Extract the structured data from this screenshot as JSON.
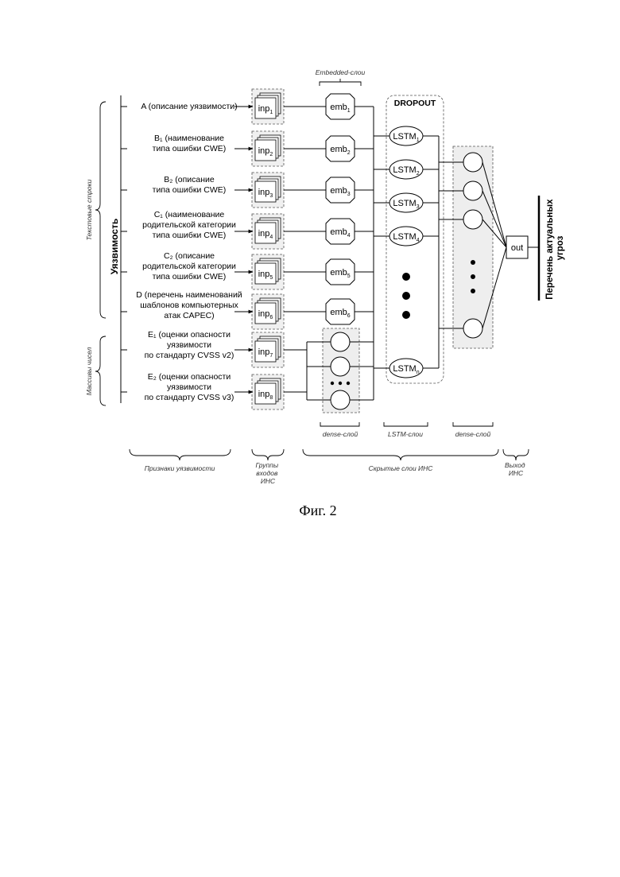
{
  "features": [
    {
      "lines": [
        "A (описание уязвимости)"
      ]
    },
    {
      "lines": [
        "B₁ (наименование",
        "типа ошибки CWE)"
      ]
    },
    {
      "lines": [
        "B₂ (описание",
        "типа ошибки CWE)"
      ]
    },
    {
      "lines": [
        "C₁ (наименование",
        "родительской категории",
        "типа ошибки CWE)"
      ]
    },
    {
      "lines": [
        "C₂ (описание",
        "родительской категории",
        "типа ошибки CWE)"
      ]
    },
    {
      "lines": [
        "D (перечень наименований",
        "шаблонов компьютерных",
        "атак CAPEC)"
      ]
    },
    {
      "lines": [
        "E₁ (оценки опасности",
        "уязвимости",
        "по стандарту CVSS v2)"
      ]
    },
    {
      "lines": [
        "E₂ (оценки опасности",
        "уязвимости",
        "по стандарту CVSS v3)"
      ]
    }
  ],
  "inputs": [
    {
      "base": "inp",
      "sub": "1"
    },
    {
      "base": "inp",
      "sub": "2"
    },
    {
      "base": "inp",
      "sub": "3"
    },
    {
      "base": "inp",
      "sub": "4"
    },
    {
      "base": "inp",
      "sub": "5"
    },
    {
      "base": "inp",
      "sub": "6"
    },
    {
      "base": "inp",
      "sub": "7"
    },
    {
      "base": "inp",
      "sub": "8"
    }
  ],
  "embeddings": [
    {
      "base": "emb",
      "sub": "1"
    },
    {
      "base": "emb",
      "sub": "2"
    },
    {
      "base": "emb",
      "sub": "3"
    },
    {
      "base": "emb",
      "sub": "4"
    },
    {
      "base": "emb",
      "sub": "5"
    },
    {
      "base": "emb",
      "sub": "6"
    }
  ],
  "lstm": [
    {
      "base": "LSTM",
      "sub": "1"
    },
    {
      "base": "LSTM",
      "sub": "2"
    },
    {
      "base": "LSTM",
      "sub": "3"
    },
    {
      "base": "LSTM",
      "sub": "4"
    },
    {
      "base": "LSTM",
      "sub": "n"
    }
  ],
  "labels": {
    "vulnerability": "Уязвимость",
    "text_strings": "Текстовые строки",
    "number_arrays": "Массивы чисел",
    "embedded_layers": "Embedded-слои",
    "dropout": "DROPOUT",
    "out": "out",
    "output_line1": "Перечень актуальных",
    "output_line2": "угроз",
    "dense_layer_1": "dense-слой",
    "lstm_layers": "LSTM-слои",
    "dense_layer_2": "dense-слой",
    "signs": "Признаки уязвимости",
    "groups": [
      "Группы",
      "входов",
      "ИНС"
    ],
    "hidden": "Скрытые слои ИНС",
    "ann_output": [
      "Выход",
      "ИНС"
    ],
    "figure_caption": "Фиг. 2"
  }
}
